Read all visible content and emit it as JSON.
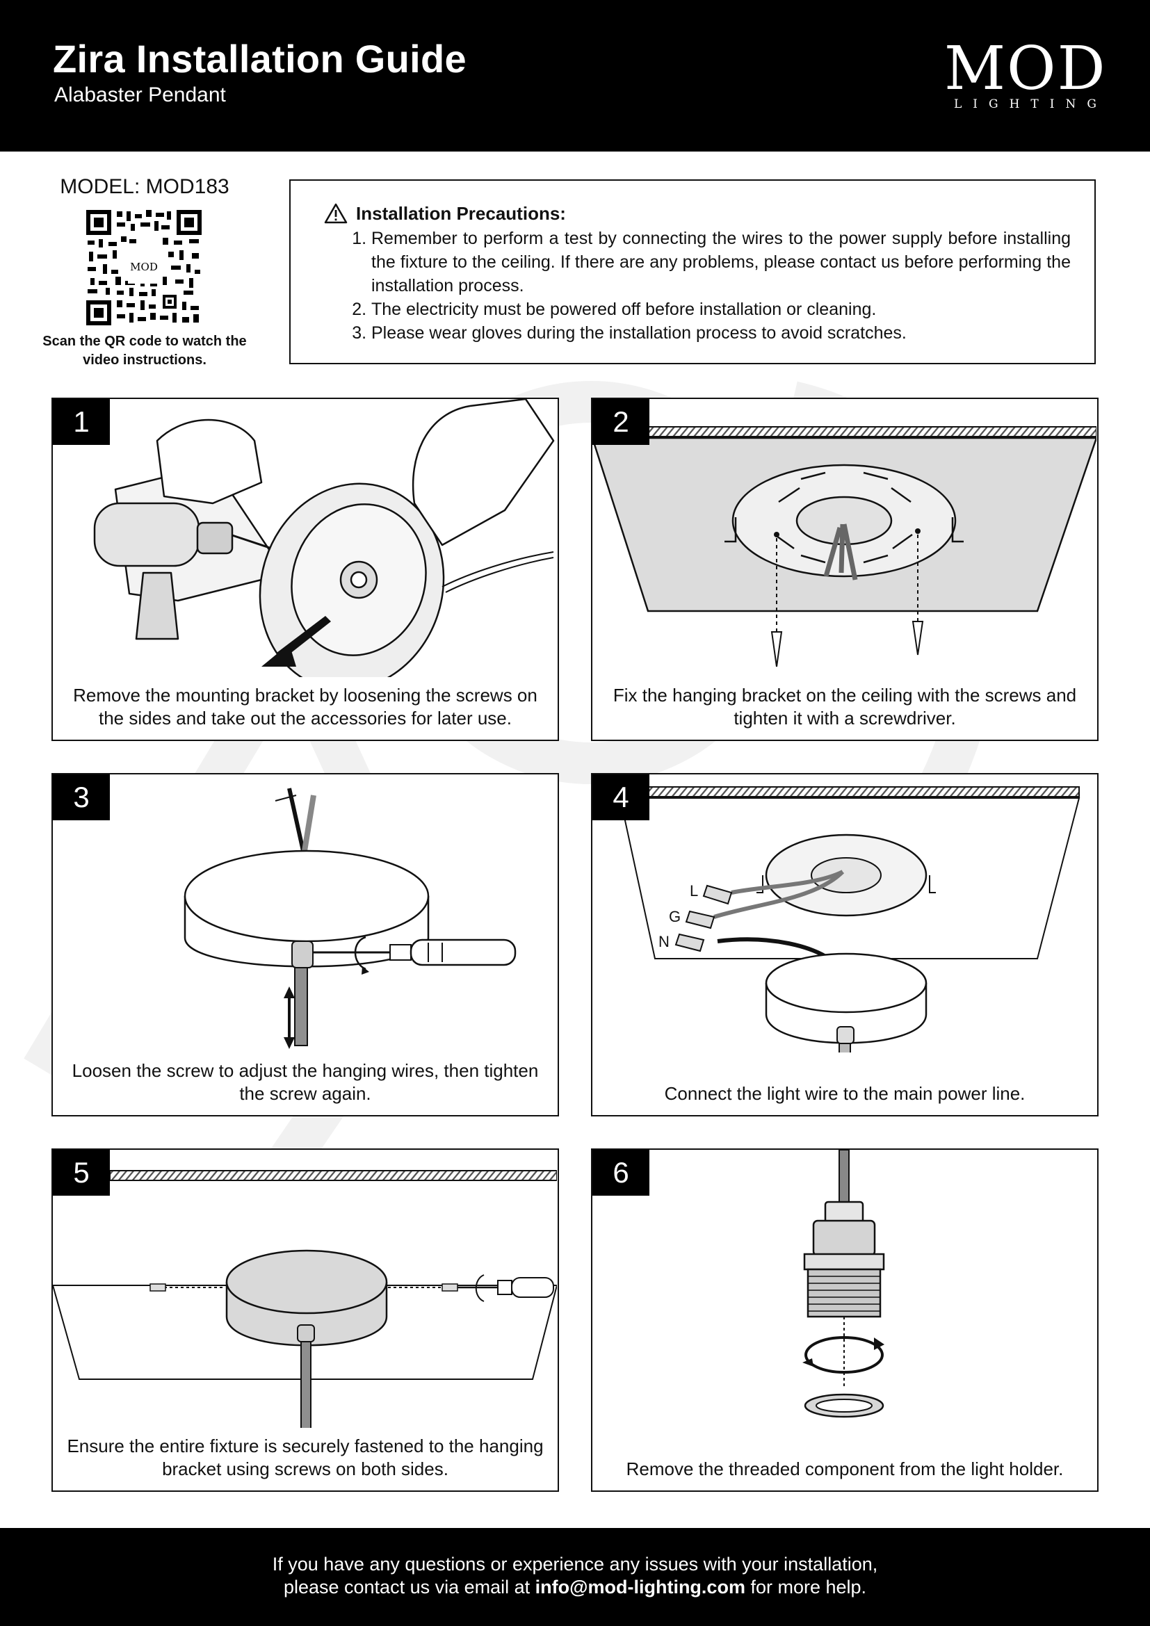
{
  "header": {
    "title": "Zira Installation Guide",
    "subtitle": "Alabaster Pendant",
    "logo_main": "MOD",
    "logo_sub": "LIGHTING"
  },
  "model": {
    "label": "MODEL: MOD183",
    "qr_logo": "MOD",
    "qr_caption": "Scan the QR code to watch the video instructions."
  },
  "precautions": {
    "heading": "Installation Precautions:",
    "items": [
      "Remember to perform a test by connecting the wires to the power supply before installing the fixture to the ceiling. If there are any problems, please contact us before performing the installation process.",
      "The electricity must be powered off before installation or cleaning.",
      "Please wear gloves during the installation process to avoid scratches."
    ]
  },
  "steps": [
    {
      "number": "1",
      "caption": "Remove the mounting bracket by loosening the screws on the sides and take out the accessories for later use."
    },
    {
      "number": "2",
      "caption": "Fix the hanging bracket on the ceiling with the screws and tighten it with a screwdriver."
    },
    {
      "number": "3",
      "caption": "Loosen the screw to adjust the hanging wires, then tighten the screw again."
    },
    {
      "number": "4",
      "caption": "Connect the light wire to the main power line.",
      "wire_labels": [
        "L",
        "G",
        "N"
      ]
    },
    {
      "number": "5",
      "caption": "Ensure the entire fixture is securely fastened to the hanging bracket using screws on both sides."
    },
    {
      "number": "6",
      "caption": "Remove the threaded component from the light holder."
    }
  ],
  "footer": {
    "line1": "If you have any questions or experience any issues with your installation,",
    "line2_prefix": "please contact us via email at",
    "email": "info@mod-lighting.com",
    "line2_suffix": "for more help."
  }
}
